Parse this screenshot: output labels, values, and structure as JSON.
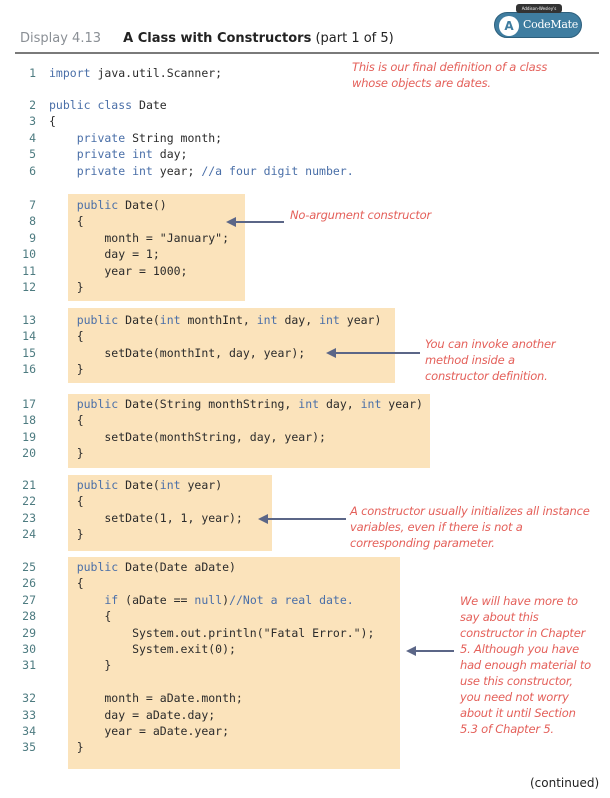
{
  "header": {
    "display_number": "Display 4.13",
    "title": "A Class with Constructors",
    "subtitle": "(part 1 of 5)"
  },
  "logo": {
    "badge": "Addison-Wesley's",
    "word": "CodeMate"
  },
  "colors": {
    "keyword": "#4a6fa8",
    "annotation": "#e4605a",
    "highlight": "#fbe3bb"
  },
  "groups": [
    {
      "lines": [
        {
          "n": "1",
          "s": [
            [
              "import",
              "k"
            ],
            [
              " java.util.Scanner;",
              ""
            ]
          ]
        }
      ]
    },
    {
      "lines": [
        {
          "n": "2",
          "s": [
            [
              "public class",
              "k"
            ],
            [
              " Date",
              ""
            ]
          ]
        },
        {
          "n": "3",
          "s": [
            [
              "{",
              ""
            ]
          ]
        },
        {
          "n": "4",
          "s": [
            [
              "    private",
              "k"
            ],
            [
              " String month;",
              ""
            ]
          ]
        },
        {
          "n": "5",
          "s": [
            [
              "    private int",
              "k"
            ],
            [
              " day;",
              ""
            ]
          ]
        },
        {
          "n": "6",
          "s": [
            [
              "    private int",
              "k"
            ],
            [
              " year; ",
              ""
            ],
            [
              "//a four digit number.",
              "k"
            ]
          ]
        }
      ]
    },
    {
      "lines": [
        {
          "n": "7",
          "s": [
            [
              "    public",
              "k"
            ],
            [
              " Date()",
              ""
            ]
          ]
        },
        {
          "n": "8",
          "s": [
            [
              "    {",
              ""
            ]
          ]
        },
        {
          "n": "9",
          "s": [
            [
              "        month = \"January\";",
              ""
            ]
          ]
        },
        {
          "n": "10",
          "s": [
            [
              "        day = 1;",
              ""
            ]
          ]
        },
        {
          "n": "11",
          "s": [
            [
              "        year = 1000;",
              ""
            ]
          ]
        },
        {
          "n": "12",
          "s": [
            [
              "    }",
              ""
            ]
          ]
        }
      ]
    },
    {
      "lines": [
        {
          "n": "13",
          "s": [
            [
              "    public",
              "k"
            ],
            [
              " Date(",
              ""
            ],
            [
              "int",
              "k"
            ],
            [
              " monthInt, ",
              ""
            ],
            [
              "int",
              "k"
            ],
            [
              " day, ",
              ""
            ],
            [
              "int",
              "k"
            ],
            [
              " year)",
              ""
            ]
          ]
        },
        {
          "n": "14",
          "s": [
            [
              "    {",
              ""
            ]
          ]
        },
        {
          "n": "15",
          "s": [
            [
              "        setDate(monthInt, day, year);",
              ""
            ]
          ]
        },
        {
          "n": "16",
          "s": [
            [
              "    }",
              ""
            ]
          ]
        }
      ]
    },
    {
      "lines": [
        {
          "n": "17",
          "s": [
            [
              "    public",
              "k"
            ],
            [
              " Date(String monthString, ",
              ""
            ],
            [
              "int",
              "k"
            ],
            [
              " day, ",
              ""
            ],
            [
              "int",
              "k"
            ],
            [
              " year)",
              ""
            ]
          ]
        },
        {
          "n": "18",
          "s": [
            [
              "    {",
              ""
            ]
          ]
        },
        {
          "n": "19",
          "s": [
            [
              "        setDate(monthString, day, year);",
              ""
            ]
          ]
        },
        {
          "n": "20",
          "s": [
            [
              "    }",
              ""
            ]
          ]
        }
      ]
    },
    {
      "lines": [
        {
          "n": "21",
          "s": [
            [
              "    public",
              "k"
            ],
            [
              " Date(",
              ""
            ],
            [
              "int",
              "k"
            ],
            [
              " year)",
              ""
            ]
          ]
        },
        {
          "n": "22",
          "s": [
            [
              "    {",
              ""
            ]
          ]
        },
        {
          "n": "23",
          "s": [
            [
              "        setDate(1, 1, year);",
              ""
            ]
          ]
        },
        {
          "n": "24",
          "s": [
            [
              "    }",
              ""
            ]
          ]
        }
      ]
    },
    {
      "lines": [
        {
          "n": "25",
          "s": [
            [
              "    public",
              "k"
            ],
            [
              " Date(Date aDate)",
              ""
            ]
          ]
        },
        {
          "n": "26",
          "s": [
            [
              "    {",
              ""
            ]
          ]
        },
        {
          "n": "27",
          "s": [
            [
              "        if",
              "k"
            ],
            [
              " (aDate == ",
              ""
            ],
            [
              "null",
              "k"
            ],
            [
              ")",
              ""
            ],
            [
              "//Not a real date.",
              "k"
            ]
          ]
        },
        {
          "n": "28",
          "s": [
            [
              "        {",
              ""
            ]
          ]
        },
        {
          "n": "29",
          "s": [
            [
              "            System.out.println(\"Fatal Error.\");",
              ""
            ]
          ]
        },
        {
          "n": "30",
          "s": [
            [
              "            System.exit(0);",
              ""
            ]
          ]
        },
        {
          "n": "31",
          "s": [
            [
              "        }",
              ""
            ]
          ]
        },
        {
          "n": "",
          "s": []
        },
        {
          "n": "32",
          "s": [
            [
              "        month = aDate.month;",
              ""
            ]
          ]
        },
        {
          "n": "33",
          "s": [
            [
              "        day = aDate.day;",
              ""
            ]
          ]
        },
        {
          "n": "34",
          "s": [
            [
              "        year = aDate.year;",
              ""
            ]
          ]
        },
        {
          "n": "35",
          "s": [
            [
              "    }",
              ""
            ]
          ]
        }
      ]
    }
  ],
  "annotations": {
    "intro": "This is our final definition of a class whose objects are dates.",
    "no_arg": "No-argument constructor",
    "invoke": "You can invoke another method inside a constructor definition.",
    "initializes": "A constructor usually initializes all instance variables, even if there is not a corresponding parameter.",
    "more": "We will have more to say about this constructor in Chapter 5. Although you have had enough material to use this constructor, you need not worry about it until Section 5.3 of Chapter 5."
  },
  "footer": {
    "continued": "(continued)"
  }
}
